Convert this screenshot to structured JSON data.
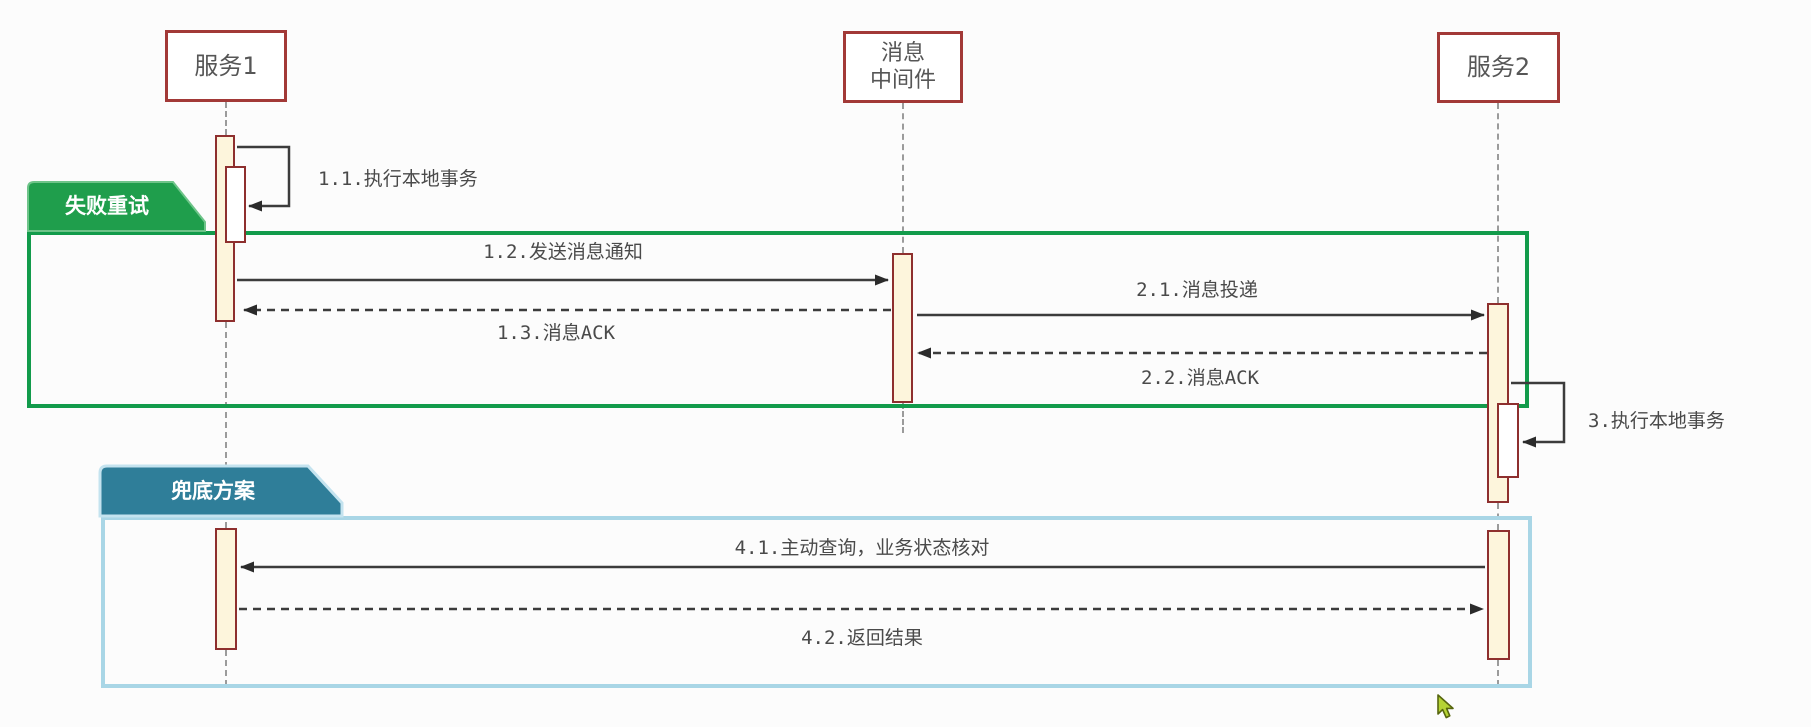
{
  "diagram": {
    "kind": "uml-sequence-diagram",
    "participants": [
      {
        "label": "服务1"
      },
      {
        "label": "消息\n中间件"
      },
      {
        "label": "服务2"
      }
    ],
    "fragments": [
      {
        "label": "失败重试",
        "fill": "#1f9e4c",
        "border": "#129b4b"
      },
      {
        "label": "兜底方案",
        "fill": "#2f7e99",
        "border": "#a9d6e6"
      }
    ],
    "messages": [
      {
        "label": "1.1.执行本地事务",
        "kind": "self-call",
        "from": "服务1",
        "to": "服务1"
      },
      {
        "label": "1.2.发送消息通知",
        "kind": "sync",
        "from": "服务1",
        "to": "消息中间件"
      },
      {
        "label": "1.3.消息ACK",
        "kind": "return",
        "from": "消息中间件",
        "to": "服务1"
      },
      {
        "label": "2.1.消息投递",
        "kind": "sync",
        "from": "消息中间件",
        "to": "服务2"
      },
      {
        "label": "2.2.消息ACK",
        "kind": "return",
        "from": "服务2",
        "to": "消息中间件"
      },
      {
        "label": "3.执行本地事务",
        "kind": "self-call",
        "from": "服务2",
        "to": "服务2"
      },
      {
        "label": "4.1.主动查询，业务状态核对",
        "kind": "sync",
        "from": "服务2",
        "to": "服务1"
      },
      {
        "label": "4.2.返回结果",
        "kind": "return",
        "from": "服务1",
        "to": "服务2"
      }
    ],
    "cursor": {
      "name": "mouse-pointer",
      "fill": "#b5d334"
    },
    "colors": {
      "background": "#fcfcfc",
      "participant_border": "#a23937",
      "participant_text": "#565656",
      "activation_fill": "#fdf5dc",
      "activation_border": "#8e2f2e",
      "arrow": "#3c3c3c",
      "lifeline": "#9b9b9b",
      "label_text": "#4a4a4a"
    }
  }
}
